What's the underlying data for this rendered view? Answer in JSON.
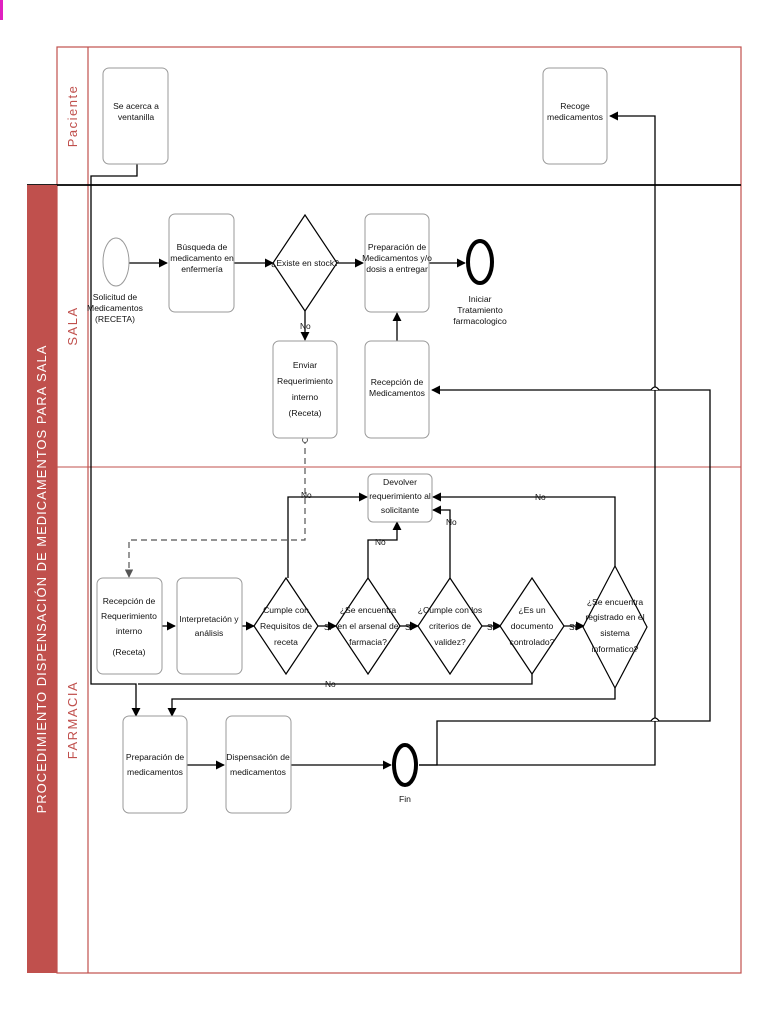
{
  "diagram": {
    "title": "PROCEDIMIENTO DISPENSACIÓN DE MEDICAMENTOS PARA SALA",
    "lanes": {
      "paciente": "Paciente",
      "sala": "SALA",
      "farmacia": "FARMACIA"
    },
    "nodes": {
      "se_acerca": [
        "Se acerca a",
        "ventanilla"
      ],
      "recoge": [
        "Recoge",
        "medicamentos"
      ],
      "solicitud": [
        "Solicitud de",
        "Medicamentos",
        "(RECETA)"
      ],
      "busqueda": [
        "Búsqueda de",
        "medicamento en",
        "enfermería"
      ],
      "existe_stock": [
        "¿Existe en stock?"
      ],
      "preparacion_sala": [
        "Preparación de",
        "Medicamentos y/o",
        "dosis a entregar"
      ],
      "iniciar": [
        "Iniciar",
        "Tratamiento",
        "farmacologico"
      ],
      "enviar": [
        "Enviar",
        "Requerimiento",
        "interno",
        "(Receta)"
      ],
      "recepcion_sala": [
        "Recepción de",
        "Medicamentos"
      ],
      "devolver": [
        "Devolver",
        "requerimiento al",
        "solicitante"
      ],
      "recepcion_req": [
        "Recepción de",
        "Requerimiento",
        "interno",
        "(Receta)"
      ],
      "interpretacion": [
        "Interpretación y",
        "análisis"
      ],
      "cumple_requisitos": [
        "Cumple con",
        "Requisitos de",
        "receta"
      ],
      "arsenal": [
        "¿Se encuentra",
        "en el arsenal de",
        "farmacia?"
      ],
      "criterios": [
        "¿Cumple con los",
        "criterios de",
        "validez?"
      ],
      "documento": [
        "¿Es un",
        "documento",
        "controlado?"
      ],
      "registrado": [
        "¿Se encuentra",
        "registrado en el",
        "sistema",
        "informatico?"
      ],
      "preparacion_farm": [
        "Preparación de",
        "medicamentos"
      ],
      "dispensacion": [
        "Dispensación de",
        "medicamentos"
      ],
      "fin": [
        "Fin"
      ]
    },
    "edge_labels": {
      "no": "No",
      "si": "Si"
    },
    "colors": {
      "frame": "#c0504d",
      "title_bar": "#c0504d",
      "lane_text": "#c0504d",
      "divider": "#000000"
    }
  }
}
